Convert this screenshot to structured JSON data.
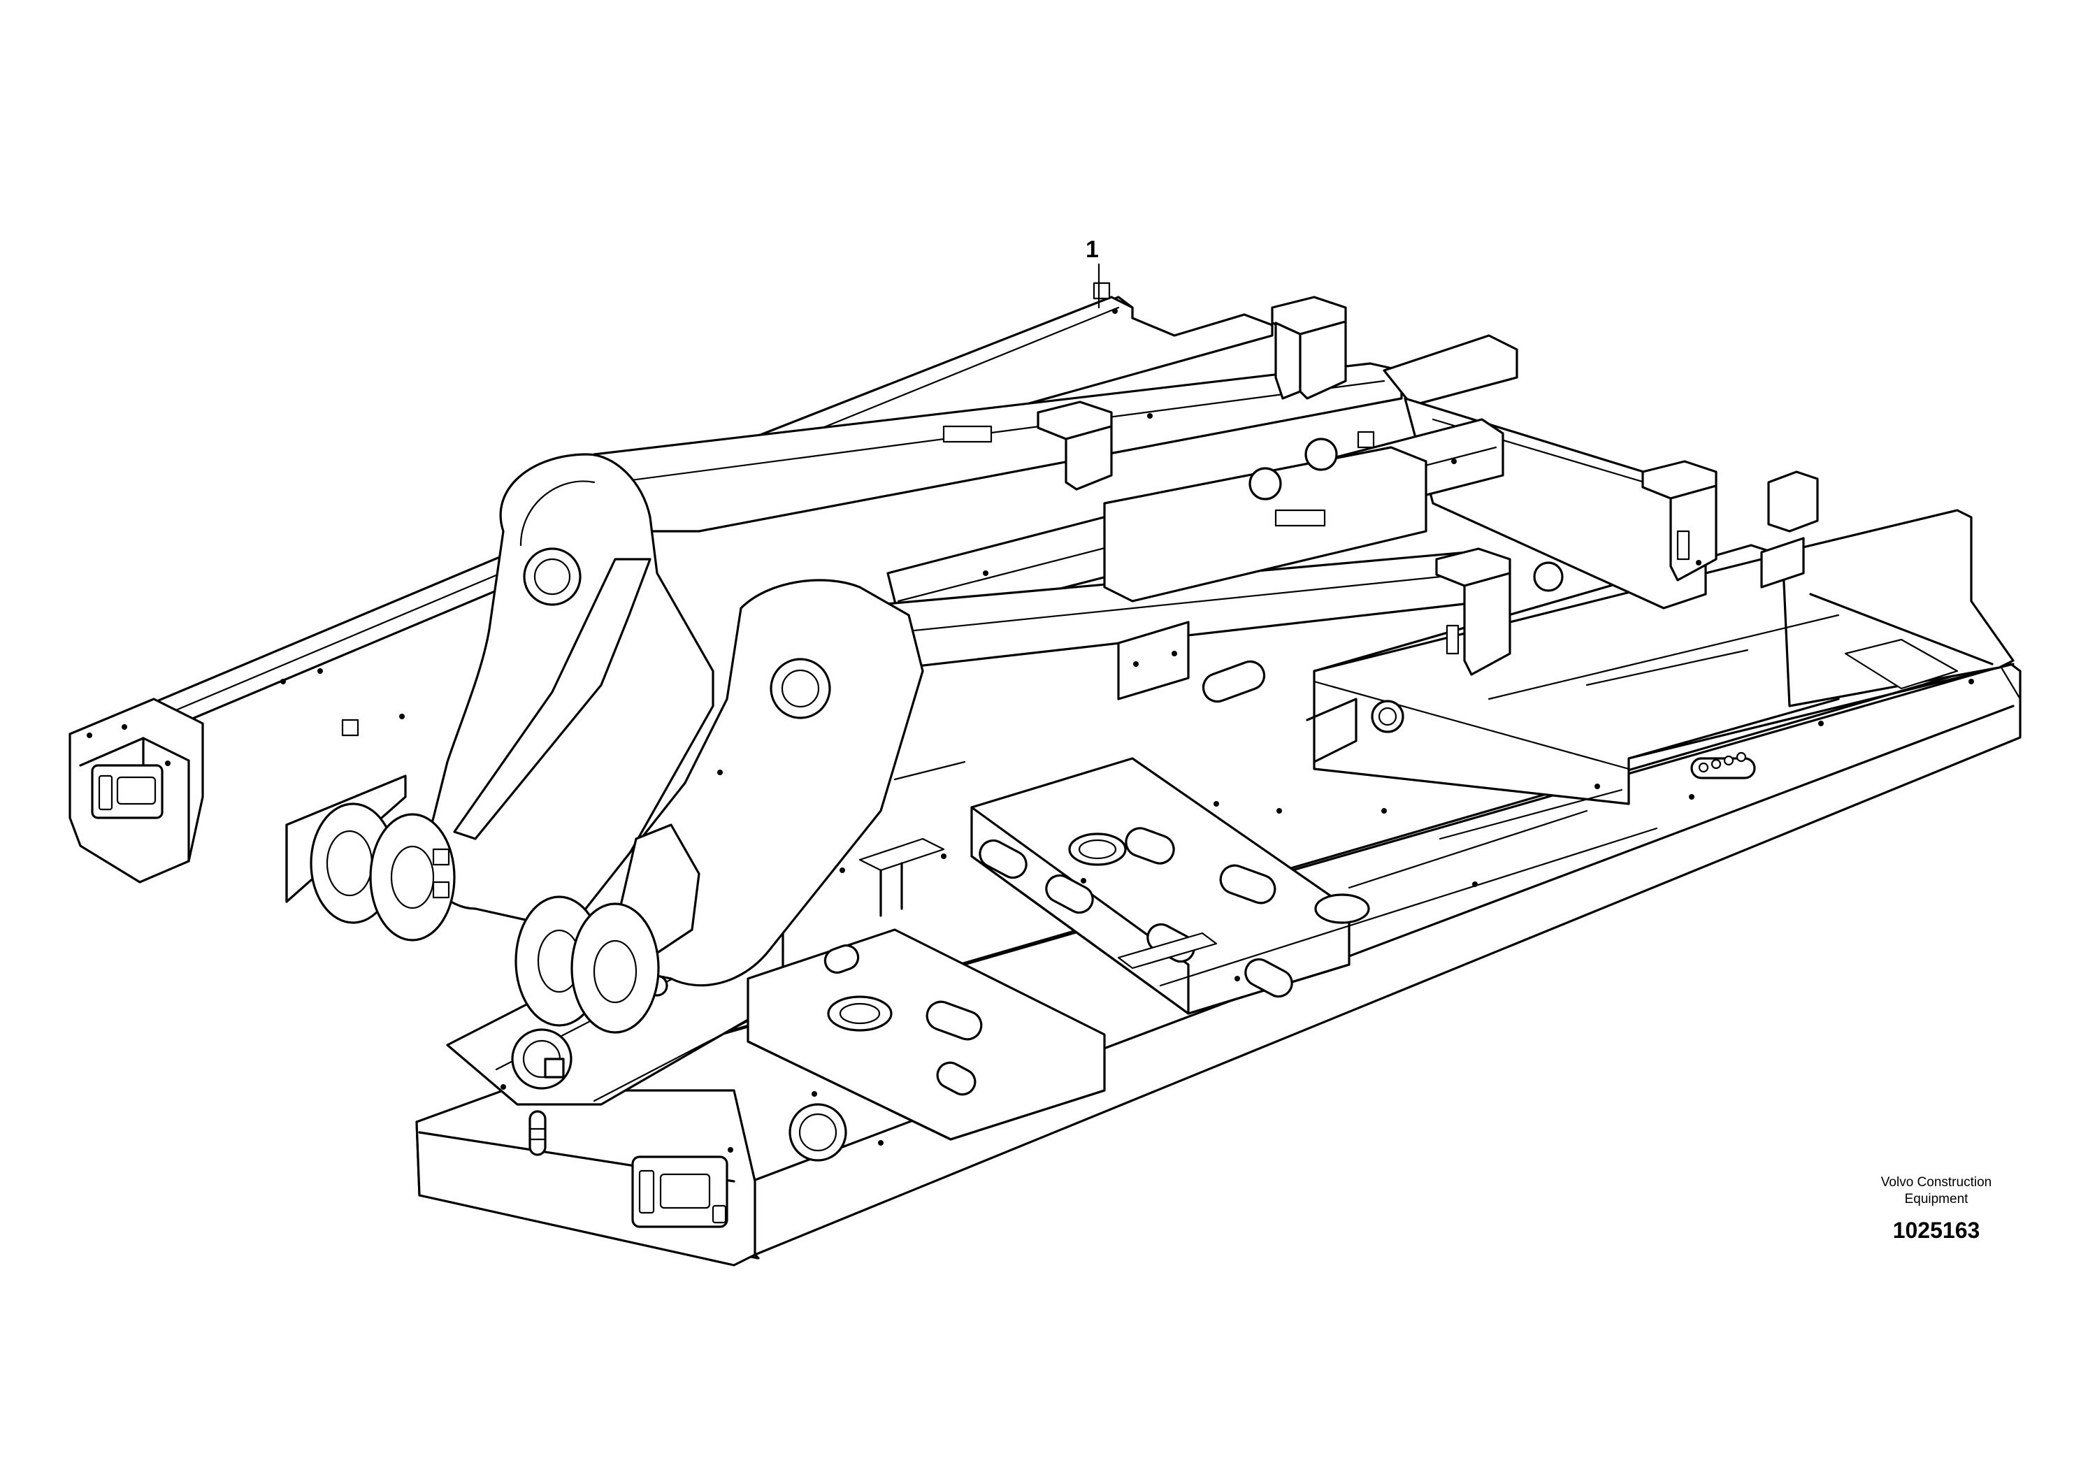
{
  "callouts": [
    {
      "label": "1"
    }
  ],
  "caption": {
    "manufacturer_line1": "Volvo Construction",
    "manufacturer_line2": "Equipment",
    "illustration_number": "1025163"
  }
}
